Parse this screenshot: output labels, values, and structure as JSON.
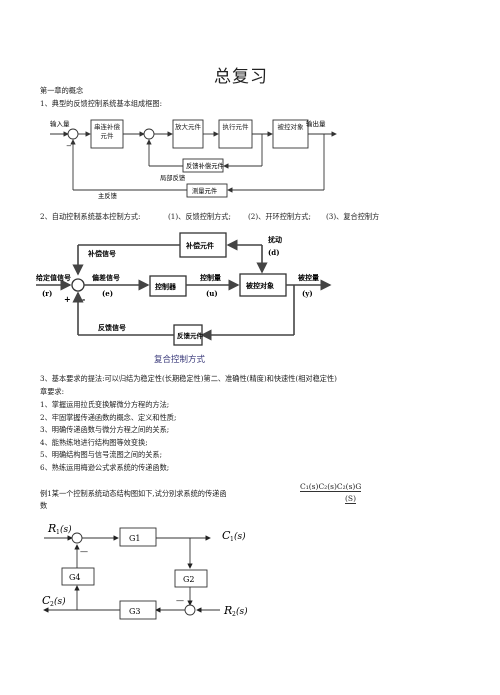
{
  "title": "总复习",
  "chapter": "第一章的概念",
  "item1": "1、典型的反馈控制系统基本组成框图:",
  "fig1": {
    "input": "输入量",
    "output": "输出量",
    "b_series": "串连补偿元件",
    "b_amp": "放大元件",
    "b_act": "执行元件",
    "b_plant": "被控对象",
    "b_fbcomp": "反馈补偿元件",
    "b_meas": "测量元件",
    "local_fb": "局部反馈",
    "main_fb": "主反馈"
  },
  "item2": "2、自动控制系统基本控制方式:",
  "modes": [
    "(1)、反馈控制方式;",
    "(2)、开环控制方式;",
    "(3)、复合控制方"
  ],
  "fig2": {
    "comp_sig": "补偿信号",
    "comp_elem": "补偿元件",
    "disturb": "扰动",
    "disturb_sym": "(d)",
    "given_sig": "给定值信号",
    "given_sym": "(r)",
    "err_sig": "偏差信号",
    "err_sym": "(e)",
    "controller": "控制器",
    "ctrl_amt": "控制量",
    "ctrl_sym": "(u)",
    "plant": "被控对象",
    "out": "被控量",
    "out_sym": "(y)",
    "fb_sig": "反馈信号",
    "fb_elem": "反馈元件",
    "plus": "+",
    "minus": "-",
    "caption": "复合控制方式"
  },
  "item3_a": "3、基本要求的提法:可以归结为稳定性(长期稳定性)第二、准确性(精度)和快速性(相对稳定性)",
  "item3_b": "章要求:",
  "reqs": [
    "1、掌握运用拉氏变换解微分方程的方法;",
    "2、牢固掌握传递函数的概念、定义和性质;",
    "3、明确传递函数与微分方程之间的关系;",
    "4、能熟练地进行结构图等效变换;",
    "5、明确结构图与信号流图之间的关系;",
    "6、熟练运用梅逊公式求系统的传递函数;"
  ],
  "example_a": "例1某一个控制系统动态结构图如下,试分别求系统的传递函",
  "example_b": "数",
  "formula_top": "C₁(s)C₂(s)C₂(s)G",
  "formula_bottom": "(S)",
  "fig3": {
    "r1": "R",
    "r1_sub": "1",
    "r1_arg": "(s)",
    "c1": "C",
    "c1_sub": "1",
    "c1_arg": "(s)",
    "c2": "C",
    "c2_sub": "2",
    "c2_arg": "(s)",
    "r2": "R",
    "r2_sub": "2",
    "r2_arg": "(s)",
    "g1": "G1",
    "g2": "G2",
    "g3": "G3",
    "g4": "G4",
    "minus": "—"
  }
}
